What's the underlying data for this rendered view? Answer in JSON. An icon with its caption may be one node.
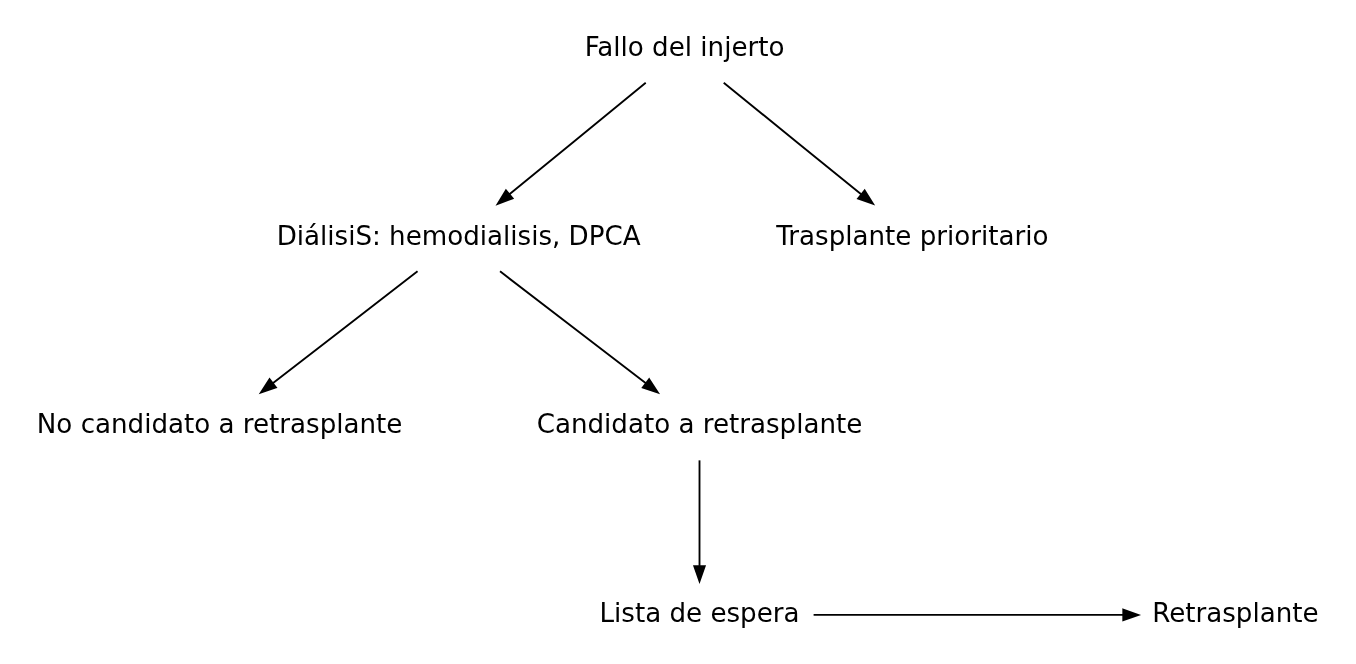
{
  "diagram": {
    "nodes": [
      {
        "text": [
          "Fallo del injerto"
        ]
      },
      {
        "text": [
          "DiálisiS: hemodialisis, DPCA"
        ]
      },
      {
        "text": [
          "Trasplante prioritario"
        ]
      },
      {
        "text": [
          "No candidato a retrasplante"
        ]
      },
      {
        "text": [
          "Candidato a retrasplante"
        ]
      },
      {
        "text": [
          "Lista de espera"
        ]
      },
      {
        "text": [
          "Retrasplante"
        ]
      }
    ],
    "edges": [
      {
        "from": 0,
        "to": 1,
        "arrow": "to"
      },
      {
        "from": 0,
        "to": 2,
        "arrow": "to"
      },
      {
        "from": 1,
        "to": 3,
        "arrow": "to"
      },
      {
        "from": 1,
        "to": 4,
        "arrow": "to"
      },
      {
        "from": 4,
        "to": 5,
        "arrow": "to"
      },
      {
        "from": 5,
        "to": 6,
        "arrow": "to"
      }
    ]
  }
}
